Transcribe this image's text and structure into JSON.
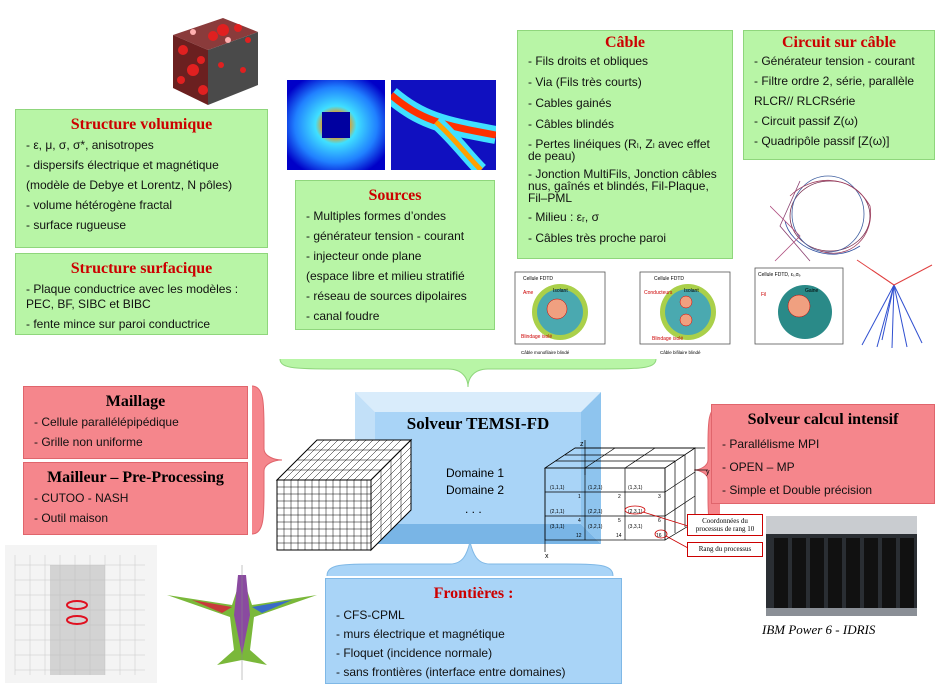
{
  "structure_volumique": {
    "title": "Structure volumique",
    "items": [
      "- ε, μ, σ, σ*, anisotropes",
      "- dispersifs électrique et magnétique",
      " (modèle de Debye et Lorentz, N pôles)",
      "- volume hétérogène fractal",
      "- surface rugueuse"
    ]
  },
  "structure_surfacique": {
    "title": "Structure surfacique",
    "items": [
      "- Plaque conductrice avec les modèles : PEC, BF, SIBC et BIBC",
      "- fente mince sur paroi conductrice"
    ]
  },
  "sources": {
    "title": "Sources",
    "items": [
      "- Multiples formes d’ondes",
      "- générateur tension - courant",
      "- injecteur onde plane",
      " (espace libre et milieu stratifié",
      "- réseau de sources dipolaires",
      "- canal foudre"
    ]
  },
  "cable": {
    "title": "Câble",
    "items": [
      "- Fils droits et obliques",
      "- Via (Fils très courts)",
      "- Cables gainés",
      "- Câbles blindés",
      "- Pertes linéiques (Rₗ, Zₗ avec effet de peau)",
      "- Jonction MultiFils, Jonction câbles nus, gaînés et blindés, Fil-Plaque, Fil–PML",
      "- Milieu : εᵣ, σ",
      "- Câbles très proche paroi"
    ]
  },
  "circuit": {
    "title": "Circuit sur câble",
    "items": [
      "- Générateur tension - courant",
      "- Filtre ordre 2, série, parallèle",
      "   RLCR// RLCRsérie",
      "- Circuit passif Z(ω)",
      "- Quadripôle passif [Z(ω)]"
    ]
  },
  "cable_cells": [
    {
      "header": "Cellule FDTD",
      "labels": [
        "Ame",
        "Isolant",
        "Blindage isolé"
      ],
      "caption": "Câble monofilaire blindé"
    },
    {
      "header": "Cellule FDTD",
      "labels": [
        "Conducteurs",
        "Isolant",
        "Blindage isolé"
      ],
      "caption": "Câble bifilaire blindé"
    },
    {
      "header": "Cellule FDTD, εᵣ,σₑ",
      "labels": [
        "Fil",
        "Gaine"
      ],
      "caption": ""
    }
  ],
  "maillage": {
    "title": "Maillage",
    "items": [
      "- Cellule parallélépipédique",
      "- Grille non uniforme"
    ]
  },
  "mailleur": {
    "title": "Mailleur – Pre-Processing",
    "items": [
      "- CUTOO - NASH",
      "- Outil maison"
    ]
  },
  "solveur": {
    "title": "Solveur TEMSI-FD",
    "domains": [
      "Domaine 1",
      "Domaine 2",
      ". . ."
    ]
  },
  "process_grid": {
    "axes": {
      "z": "z",
      "y": "y",
      "x": "x"
    },
    "cells": [
      "(1,1,1)",
      "(1,2,1)",
      "(1,3,1)",
      "(2,1,1)",
      "(2,2,1)",
      "(2,3,1)",
      "(3,1,1)",
      "(3,2,1)",
      "(3,3,1)"
    ],
    "ranks": [
      "1",
      "2",
      "3",
      "4",
      "5",
      "6",
      "12",
      "14",
      "16"
    ],
    "label_coords": "Coordonnées du processus de rang 10",
    "label_rank": "Rang du processus"
  },
  "solveur_intensif": {
    "title": "Solveur calcul intensif",
    "items": [
      "- Parallélisme MPI",
      "- OPEN – MP",
      "- Simple et Double précision"
    ]
  },
  "frontieres": {
    "title": "Frontières :",
    "items": [
      "- CFS-CPML",
      "- murs électrique et magnétique",
      "- Floquet (incidence normale)",
      "- sans frontières (interface entre domaines)"
    ]
  },
  "ibm_caption": "IBM Power 6 - IDRIS",
  "colors": {
    "title_red": "#cc0000",
    "green_box": "#b8f5a6",
    "red_box": "#f5868c",
    "blue_box": "#a9d4f7"
  }
}
